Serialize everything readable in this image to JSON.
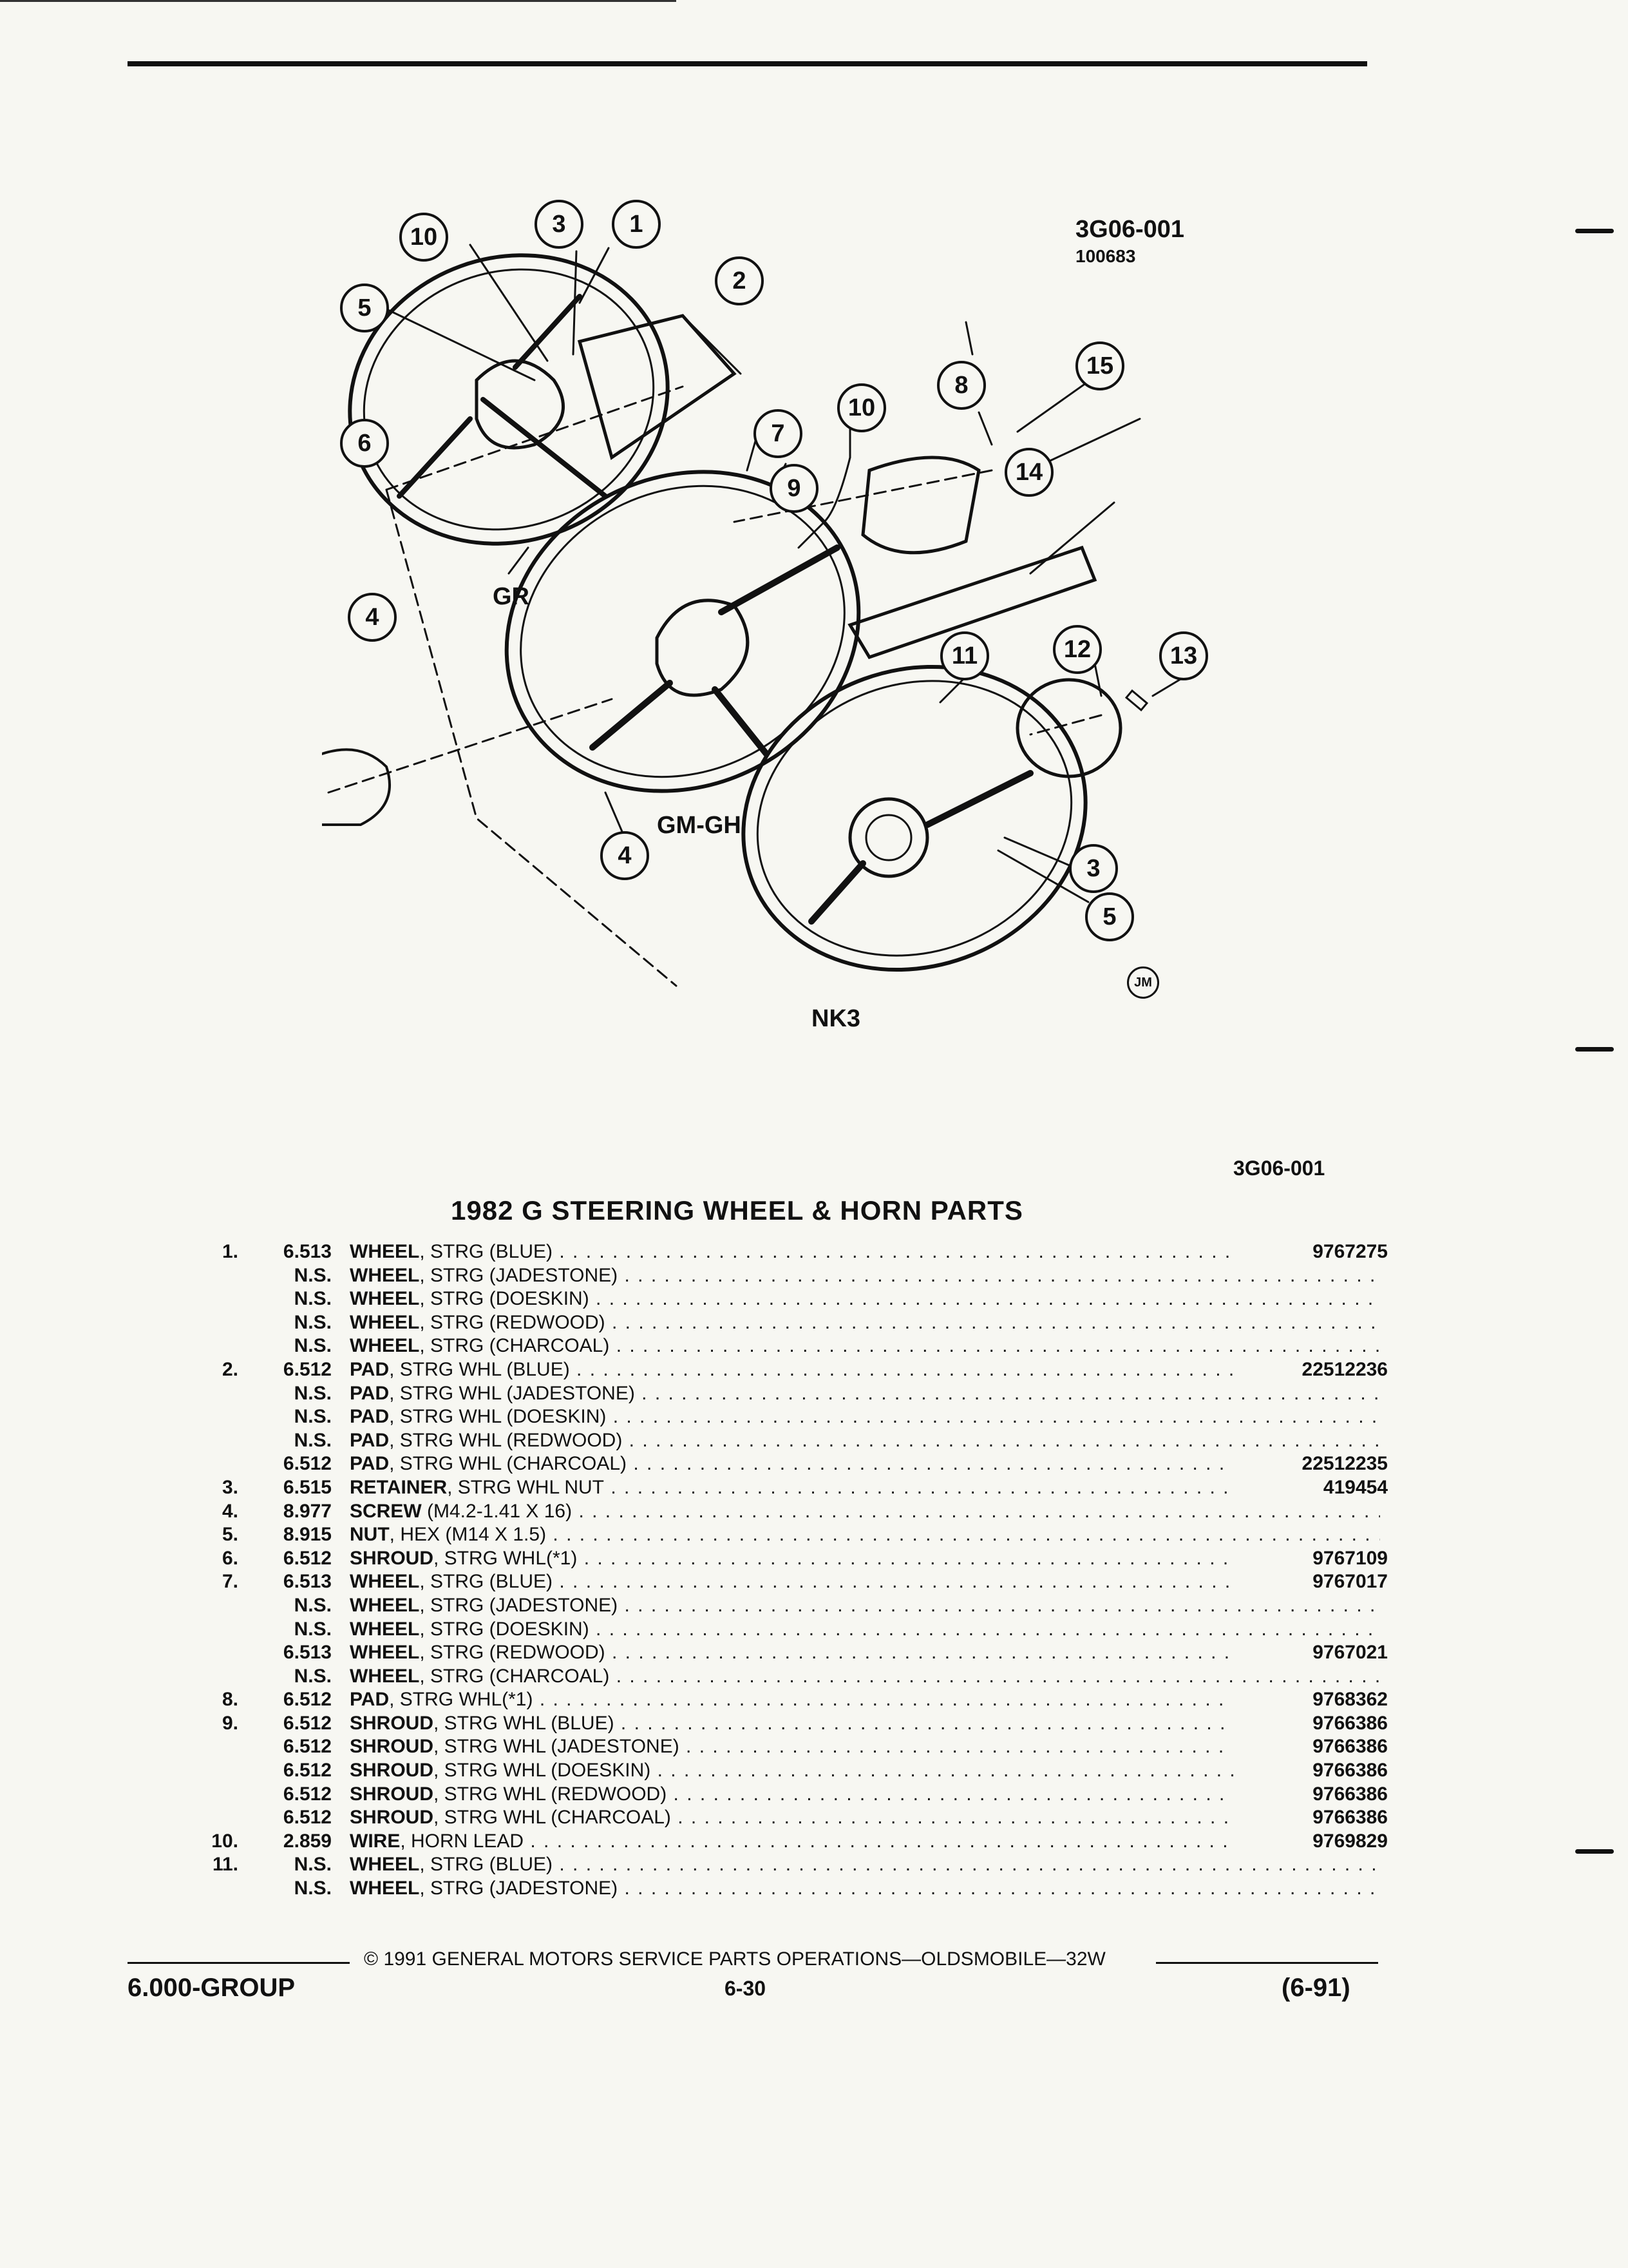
{
  "figure": {
    "code": "3G06-001",
    "sub_code": "100683",
    "labels": {
      "gr": "GR",
      "gm_gh": "GM-GH",
      "nk3": "NK3"
    },
    "jm_mark": "JM",
    "callouts": [
      "10",
      "3",
      "1",
      "5",
      "2",
      "6",
      "4",
      "10",
      "8",
      "15",
      "7",
      "9",
      "14",
      "11",
      "12",
      "13",
      "4",
      "3",
      "5"
    ]
  },
  "page_code": "3G06-001",
  "title": "1982 G STEERING WHEEL & HORN PARTS",
  "parts": [
    {
      "no": "1.",
      "grp": "6.513",
      "name": "WHEEL",
      "desc": ", STRG (BLUE)",
      "pn": "9767275"
    },
    {
      "no": "",
      "grp": "N.S.",
      "name": "WHEEL",
      "desc": ", STRG (JADESTONE)",
      "pn": ""
    },
    {
      "no": "",
      "grp": "N.S.",
      "name": "WHEEL",
      "desc": ", STRG (DOESKIN)",
      "pn": ""
    },
    {
      "no": "",
      "grp": "N.S.",
      "name": "WHEEL",
      "desc": ", STRG (REDWOOD)",
      "pn": ""
    },
    {
      "no": "",
      "grp": "N.S.",
      "name": "WHEEL",
      "desc": ", STRG (CHARCOAL)",
      "pn": ""
    },
    {
      "no": "2.",
      "grp": "6.512",
      "name": "PAD",
      "desc": ", STRG WHL (BLUE)",
      "pn": "22512236"
    },
    {
      "no": "",
      "grp": "N.S.",
      "name": "PAD",
      "desc": ", STRG WHL (JADESTONE)",
      "pn": ""
    },
    {
      "no": "",
      "grp": "N.S.",
      "name": "PAD",
      "desc": ", STRG WHL (DOESKIN)",
      "pn": ""
    },
    {
      "no": "",
      "grp": "N.S.",
      "name": "PAD",
      "desc": ", STRG WHL (REDWOOD)",
      "pn": ""
    },
    {
      "no": "",
      "grp": "6.512",
      "name": "PAD",
      "desc": ", STRG WHL (CHARCOAL)",
      "pn": "22512235"
    },
    {
      "no": "3.",
      "grp": "6.515",
      "name": "RETAINER",
      "desc": ", STRG WHL NUT",
      "pn": "419454"
    },
    {
      "no": "4.",
      "grp": "8.977",
      "name": "SCREW",
      "desc": " (M4.2-1.41 X 16)",
      "pn": ""
    },
    {
      "no": "5.",
      "grp": "8.915",
      "name": "NUT",
      "desc": ", HEX (M14 X 1.5)",
      "pn": ""
    },
    {
      "no": "6.",
      "grp": "6.512",
      "name": "SHROUD",
      "desc": ", STRG WHL(*1)",
      "pn": "9767109"
    },
    {
      "no": "7.",
      "grp": "6.513",
      "name": "WHEEL",
      "desc": ", STRG (BLUE)",
      "pn": "9767017"
    },
    {
      "no": "",
      "grp": "N.S.",
      "name": "WHEEL",
      "desc": ", STRG (JADESTONE)",
      "pn": ""
    },
    {
      "no": "",
      "grp": "N.S.",
      "name": "WHEEL",
      "desc": ", STRG (DOESKIN)",
      "pn": ""
    },
    {
      "no": "",
      "grp": "6.513",
      "name": "WHEEL",
      "desc": ", STRG (REDWOOD)",
      "pn": "9767021"
    },
    {
      "no": "",
      "grp": "N.S.",
      "name": "WHEEL",
      "desc": ", STRG (CHARCOAL)",
      "pn": ""
    },
    {
      "no": "8.",
      "grp": "6.512",
      "name": "PAD",
      "desc": ", STRG WHL(*1)",
      "pn": "9768362"
    },
    {
      "no": "9.",
      "grp": "6.512",
      "name": "SHROUD",
      "desc": ", STRG WHL (BLUE)",
      "pn": "9766386"
    },
    {
      "no": "",
      "grp": "6.512",
      "name": "SHROUD",
      "desc": ", STRG WHL (JADESTONE)",
      "pn": "9766386"
    },
    {
      "no": "",
      "grp": "6.512",
      "name": "SHROUD",
      "desc": ", STRG WHL (DOESKIN)",
      "pn": "9766386"
    },
    {
      "no": "",
      "grp": "6.512",
      "name": "SHROUD",
      "desc": ", STRG WHL (REDWOOD)",
      "pn": "9766386"
    },
    {
      "no": "",
      "grp": "6.512",
      "name": "SHROUD",
      "desc": ", STRG WHL (CHARCOAL)",
      "pn": "9766386"
    },
    {
      "no": "10.",
      "grp": "2.859",
      "name": "WIRE",
      "desc": ", HORN LEAD",
      "pn": "9769829"
    },
    {
      "no": "11.",
      "grp": "N.S.",
      "name": "WHEEL",
      "desc": ", STRG (BLUE)",
      "pn": ""
    },
    {
      "no": "",
      "grp": "N.S.",
      "name": "WHEEL",
      "desc": ", STRG (JADESTONE)",
      "pn": ""
    }
  ],
  "footer": {
    "copyright": "© 1991 GENERAL MOTORS SERVICE PARTS OPERATIONS—OLDSMOBILE—32W",
    "group": "6.000-GROUP",
    "page": "6-30",
    "date": "(6-91)"
  }
}
